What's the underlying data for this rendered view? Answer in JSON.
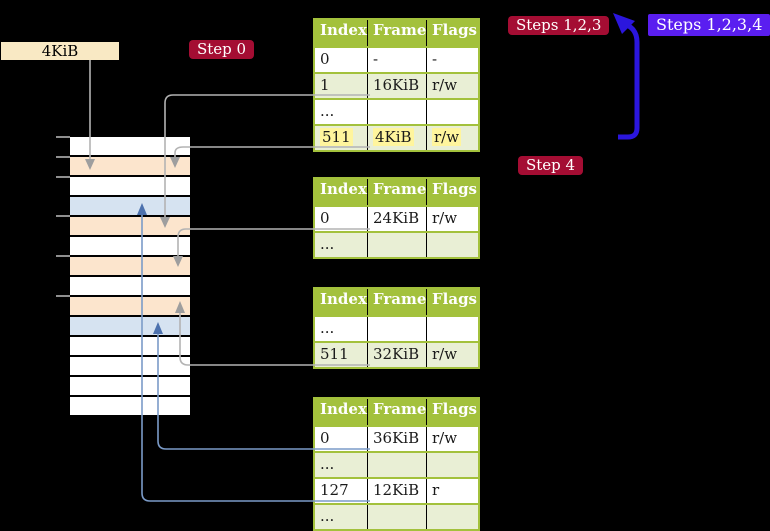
{
  "labels": {
    "frame_size": "4KiB",
    "step0": "Step 0",
    "steps_123": "Steps 1,2,3",
    "steps_1234": "Steps 1,2,3,4",
    "step4": "Step 4"
  },
  "colors": {
    "background": "#000000",
    "step_badge": "#a40d33",
    "steps_all_badge": "#5a1ef0",
    "table_header_green": "#a3c13c",
    "table_row_green": "#e9efd5",
    "highlight_yellow": "#fff59d",
    "frame_size_box": "#f9e9c4",
    "frame_pagetable_fill": "#fce5cd",
    "frame_data_fill": "#d6e3f1",
    "connector_gray": "#b3b3b3",
    "connector_blue": "#7b9bc8",
    "loop_arrow_blue": "#2b16dd"
  },
  "page_tables": [
    {
      "name": "table-1",
      "columns": [
        "Index",
        "Frame",
        "Flags"
      ],
      "rows": [
        {
          "cells": [
            "0",
            "-",
            "-"
          ]
        },
        {
          "cells": [
            "1",
            "16KiB",
            "r/w"
          ]
        },
        {
          "cells": [
            "...",
            "",
            ""
          ]
        },
        {
          "cells": [
            "511",
            "4KiB",
            "r/w"
          ],
          "highlight": "hl"
        }
      ]
    },
    {
      "name": "table-2",
      "columns": [
        "Index",
        "Frame",
        "Flags"
      ],
      "rows": [
        {
          "cells": [
            "0",
            "24KiB",
            "r/w"
          ]
        },
        {
          "cells": [
            "...",
            "",
            ""
          ]
        }
      ]
    },
    {
      "name": "table-3",
      "columns": [
        "Index",
        "Frame",
        "Flags"
      ],
      "rows": [
        {
          "cells": [
            "...",
            "",
            ""
          ]
        },
        {
          "cells": [
            "511",
            "32KiB",
            "r/w"
          ]
        }
      ]
    },
    {
      "name": "table-4",
      "columns": [
        "Index",
        "Frame",
        "Flags"
      ],
      "rows": [
        {
          "cells": [
            "0",
            "36KiB",
            "r/w"
          ]
        },
        {
          "cells": [
            "...",
            "",
            ""
          ]
        },
        {
          "cells": [
            "127",
            "12KiB",
            "r"
          ]
        },
        {
          "cells": [
            "...",
            "",
            ""
          ]
        }
      ]
    }
  ],
  "memory": {
    "frames": [
      {
        "kind": "free"
      },
      {
        "kind": "pagetable"
      },
      {
        "kind": "free"
      },
      {
        "kind": "data"
      },
      {
        "kind": "pagetable"
      },
      {
        "kind": "free"
      },
      {
        "kind": "pagetable"
      },
      {
        "kind": "free"
      },
      {
        "kind": "pagetable"
      },
      {
        "kind": "data"
      },
      {
        "kind": "free"
      },
      {
        "kind": "free"
      },
      {
        "kind": "free"
      },
      {
        "kind": "free"
      }
    ]
  }
}
